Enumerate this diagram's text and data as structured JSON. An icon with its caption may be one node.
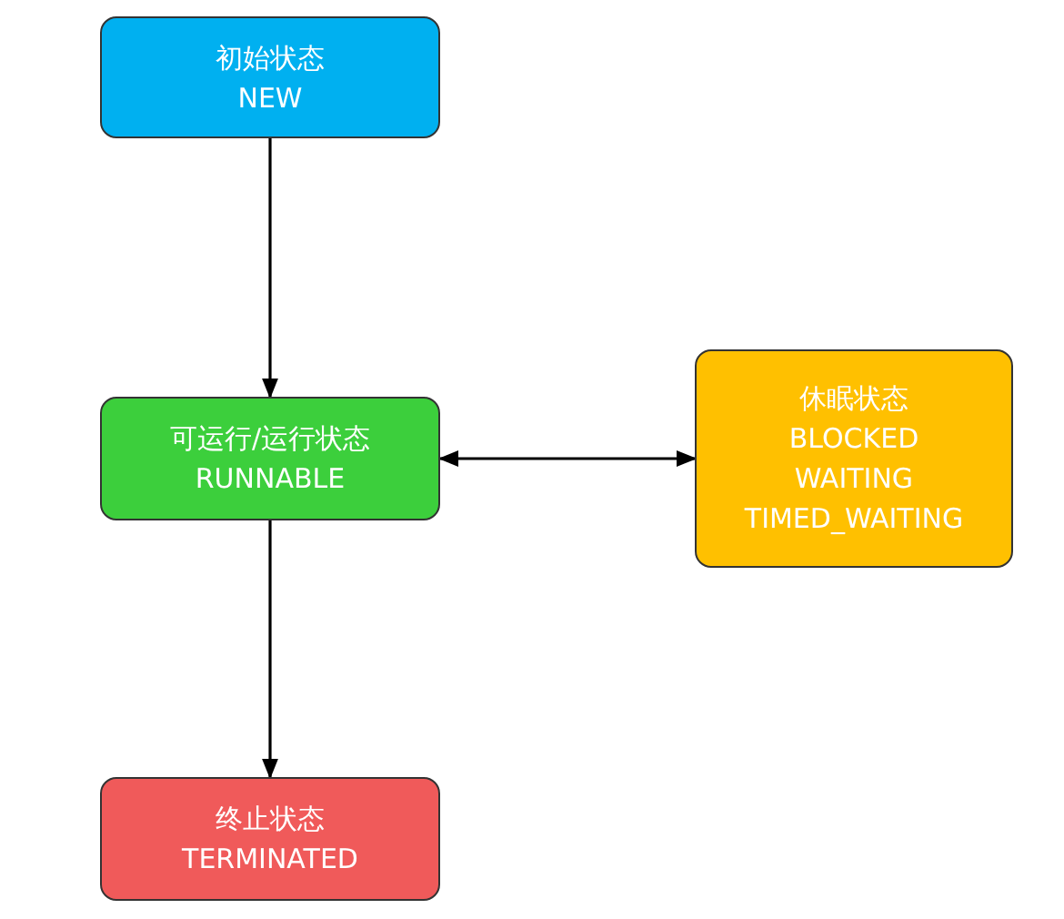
{
  "diagram": {
    "nodes": [
      {
        "text": [
          "初始状态",
          "NEW"
        ]
      },
      {
        "text": [
          "可运行/运行状态",
          "RUNNABLE"
        ]
      },
      {
        "text": [
          "休眠状态",
          "BLOCKED",
          "WAITING",
          "TIMED_WAITING"
        ]
      },
      {
        "text": [
          "终止状态",
          "TERMINATED"
        ]
      }
    ],
    "edges": [
      {
        "from": 0,
        "to": 1,
        "arrow": "to"
      },
      {
        "from": 1,
        "to": 2,
        "arrow": "both"
      },
      {
        "from": 1,
        "to": 3,
        "arrow": "to"
      }
    ]
  }
}
